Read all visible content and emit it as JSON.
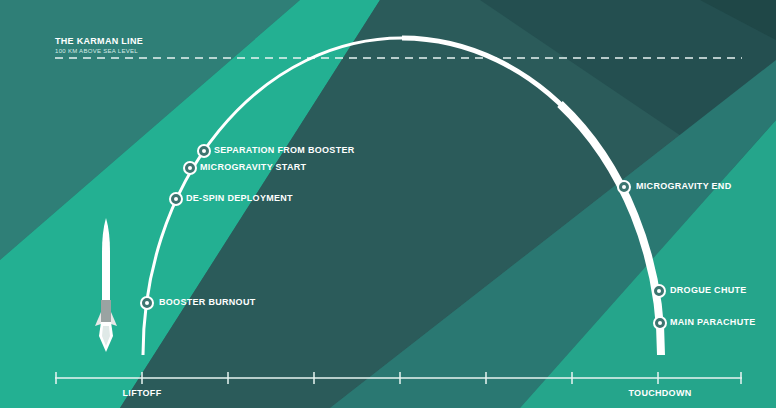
{
  "diagram": {
    "labels": [
      "THE KARMAN LINE",
      "100 KM ABOVE SEA LEVEL",
      "SEPARATION FROM BOOSTER",
      "MICROGRAVITY START",
      "DE-SPIN DEPLOYMENT",
      "BOOSTER BURNOUT",
      "MICROGRAVITY END",
      "DROGUE CHUTE",
      "MAIN PARACHUTE",
      "LIFTOFF",
      "TOUCHDOWN"
    ]
  }
}
